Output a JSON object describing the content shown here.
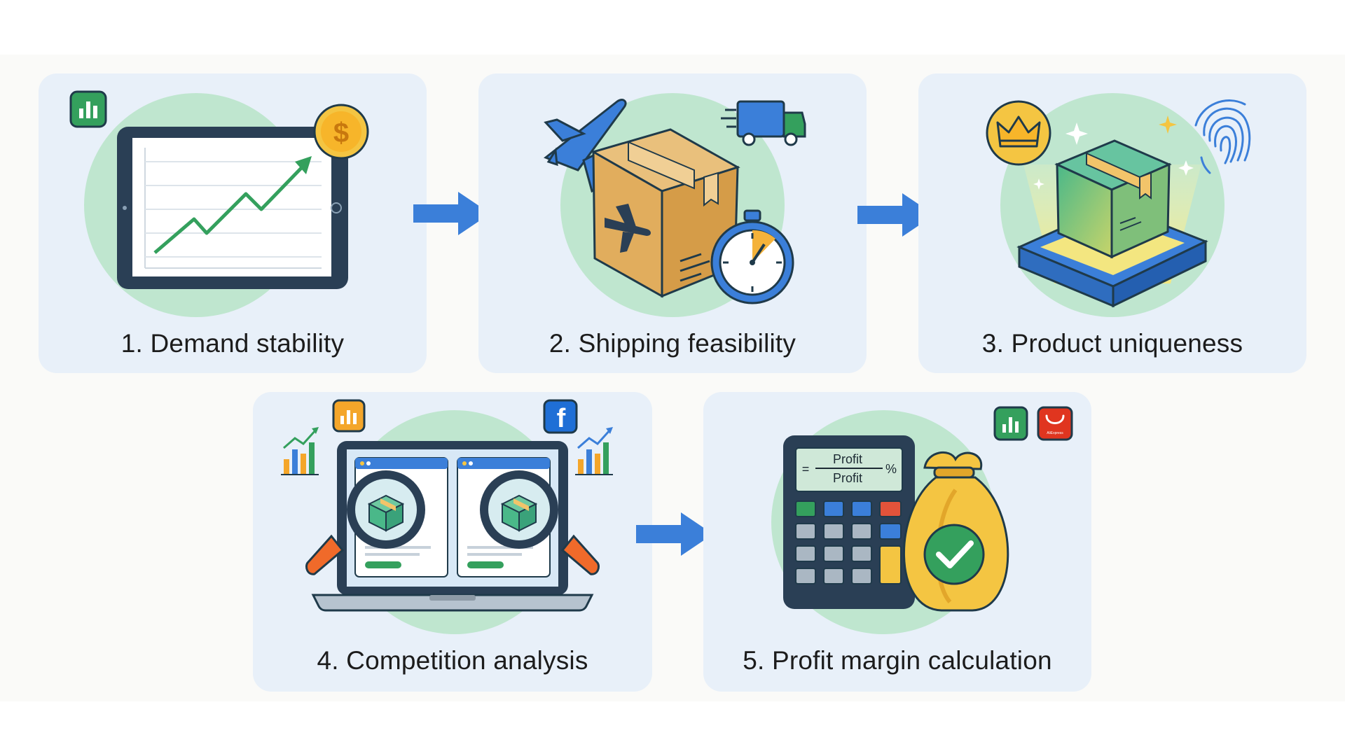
{
  "steps": [
    {
      "label": "1. Demand stability"
    },
    {
      "label": "2. Shipping feasibility"
    },
    {
      "label": "3. Product uniqueness"
    },
    {
      "label": "4. Competition analysis"
    },
    {
      "label": "5. Profit margin calculation"
    }
  ],
  "calculator": {
    "top": "Profit",
    "bottom": "Profit",
    "eq": "=",
    "pct": "%"
  },
  "icons": {
    "dollar": "$",
    "aliexpress_badge": "AliExpress",
    "facebook": "f"
  },
  "colors": {
    "card_bg": "#e8f0f9",
    "circle": "#bfe6cf",
    "arrow": "#3b7fd9",
    "green": "#37a45e",
    "gold": "#f4c542"
  }
}
